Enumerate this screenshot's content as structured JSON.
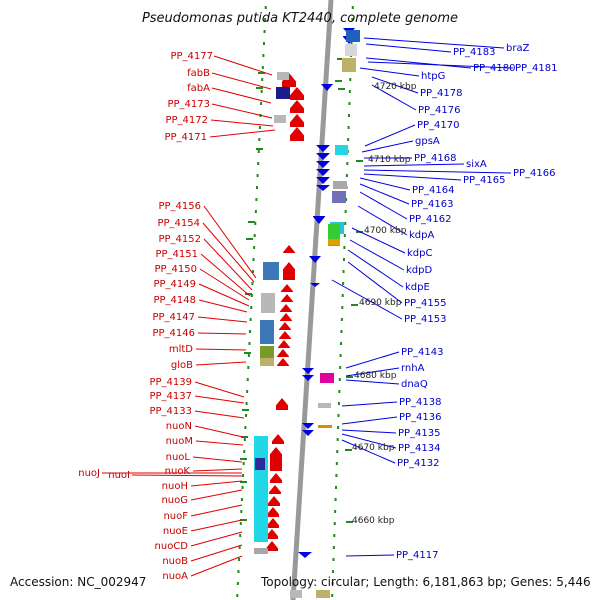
{
  "title": "Pseudomonas putida KT2440, complete genome",
  "footer": {
    "accession": "Accession: NC_002947",
    "summary": "Topology: circular; Length: 6,181,863 bp; Genes: 5,446"
  },
  "colors": {
    "left_strand": "#e00000",
    "right_strand": "#0000e0",
    "axis": "#999999",
    "ticks": "#228822"
  },
  "kbp_labels": [
    "4720 kbp",
    "4710 kbp",
    "4700 kbp",
    "4690 kbp",
    "4680 kbp",
    "4670 kbp",
    "4660 kbp"
  ],
  "left_labels": [
    "PP_4177",
    "fabB",
    "fabA",
    "PP_4173",
    "PP_4172",
    "PP_4171",
    "PP_4156",
    "PP_4154",
    "PP_4152",
    "PP_4151",
    "PP_4150",
    "PP_4149",
    "PP_4148",
    "PP_4147",
    "PP_4146",
    "mltD",
    "gloB",
    "PP_4139",
    "PP_4137",
    "PP_4133",
    "nuoN",
    "nuoM",
    "nuoL",
    "nuoK",
    "nuoJ",
    "nuoI",
    "nuoH",
    "nuoG",
    "nuoF",
    "nuoE",
    "nuoCD",
    "nuoB",
    "nuoA"
  ],
  "right_labels": [
    "braZ",
    "PP_4183",
    "PP_4180",
    "PP_4181",
    "htpG",
    "PP_4178",
    "PP_4176",
    "PP_4170",
    "gpsA",
    "PP_4168",
    "sixA",
    "PP_4166",
    "PP_4165",
    "PP_4164",
    "PP_4163",
    "PP_4162",
    "kdpA",
    "kdpC",
    "kdpD",
    "kdpE",
    "PP_4155",
    "PP_4153",
    "PP_4143",
    "rnhA",
    "dnaQ",
    "PP_4138",
    "PP_4136",
    "PP_4135",
    "PP_4134",
    "PP_4132",
    "PP_4117"
  ]
}
